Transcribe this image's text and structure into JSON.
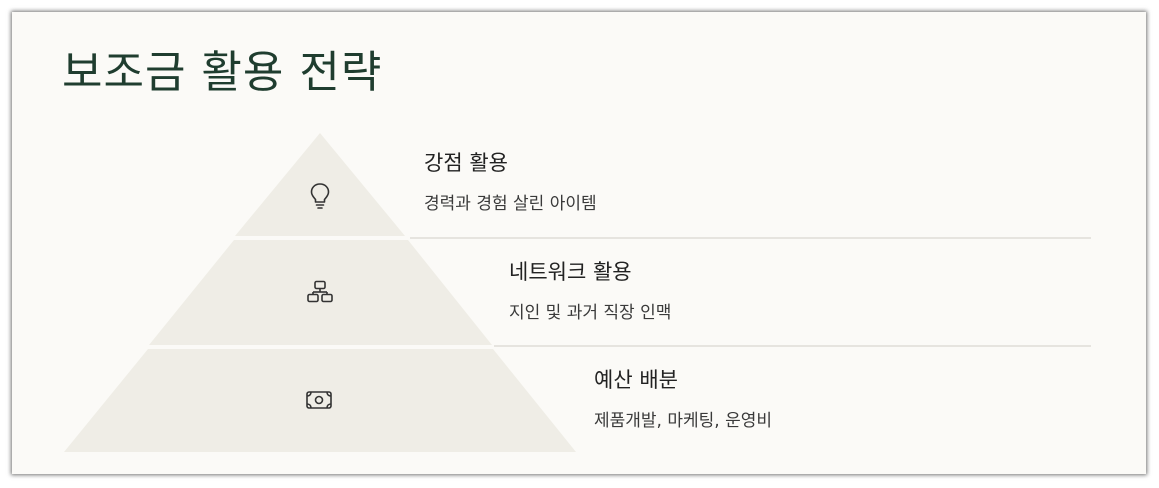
{
  "title": "보조금 활용 전략",
  "colors": {
    "background": "#fbfaf7",
    "title": "#1f3d2f",
    "tier_fill": "#efede6",
    "divider": "#e6e4df",
    "icon": "#333333"
  },
  "levels": [
    {
      "heading": "강점 활용",
      "description": "경력과 경험 살린 아이템",
      "icon": "lightbulb-icon"
    },
    {
      "heading": "네트워크 활용",
      "description": "지인 및 과거 직장 인맥",
      "icon": "network-icon"
    },
    {
      "heading": "예산 배분",
      "description": "제품개발, 마케팅, 운영비",
      "icon": "money-icon"
    }
  ]
}
